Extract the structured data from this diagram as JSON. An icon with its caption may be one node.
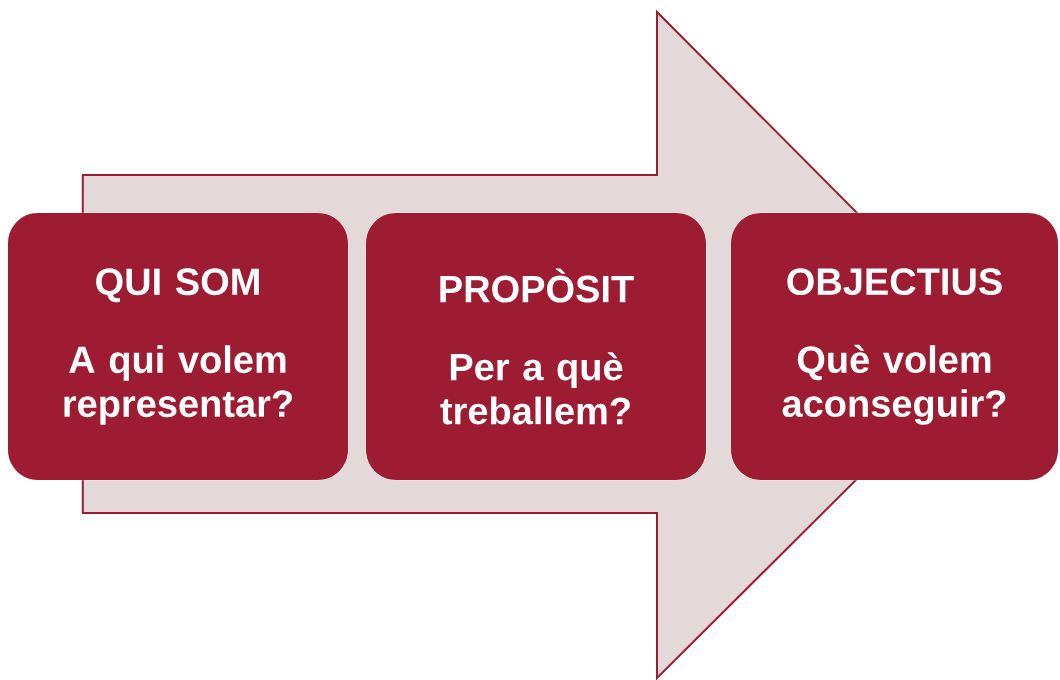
{
  "diagram": {
    "nodes": [
      {
        "text": [
          "QUI SOM",
          "A qui volem representar?"
        ]
      },
      {
        "text": [
          "PROPÒSIT",
          "Per a què treballem?"
        ]
      },
      {
        "text": [
          "OBJECTIUS",
          "Què volem aconseguir?"
        ]
      }
    ],
    "edges": [
      {
        "from": 0,
        "to": 2,
        "arrow": "to"
      }
    ]
  }
}
